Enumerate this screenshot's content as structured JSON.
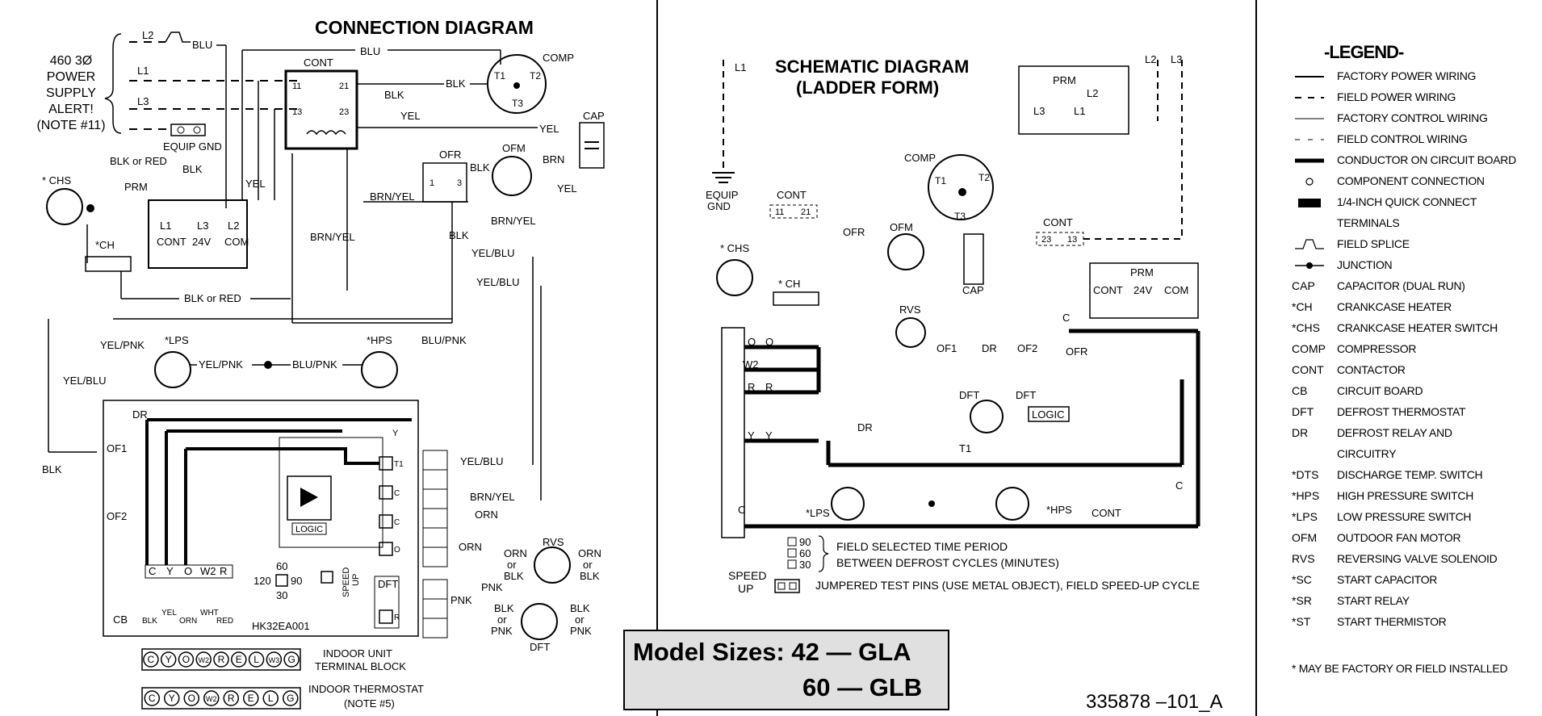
{
  "titles": {
    "connection": "CONNECTION  DIAGRAM",
    "schematic_l1": "SCHEMATIC DIAGRAM",
    "schematic_l2": "(LADDER FORM)"
  },
  "power_supply": {
    "l1": "460 3Ø",
    "l2": "POWER",
    "l3": "SUPPLY",
    "l4": "ALERT!",
    "l5": "(NOTE #11)"
  },
  "labels": {
    "L1": "L1",
    "L2": "L2",
    "L3": "L3",
    "BLU": "BLU",
    "BLK": "BLK",
    "YEL": "YEL",
    "BRN": "BRN",
    "ORN": "ORN",
    "PNK": "PNK",
    "BLK_or_RED": "BLK or RED",
    "BRN_YEL": "BRN/YEL",
    "YEL_BLU": "YEL/BLU",
    "YEL_PNK": "YEL/PNK",
    "BLU_PNK": "BLU/PNK",
    "equip_gnd": "EQUIP GND",
    "equip_gnd_1": "EQUIP",
    "equip_gnd_2": "GND",
    "CONT": "CONT",
    "COMP": "COMP",
    "CAP": "CAP",
    "OFR": "OFR",
    "OFM": "OFM",
    "PRM": "PRM",
    "CHS": "* CHS",
    "CH": "*CH",
    "CH2": "* CH",
    "LPS": "*LPS",
    "HPS": "*HPS",
    "RVS": "RVS",
    "DFT": "DFT",
    "DR": "DR",
    "OF1": "OF1",
    "OF2": "OF2",
    "CB": "CB",
    "C": "C",
    "Y": "Y",
    "O": "O",
    "W2": "W2",
    "R": "R",
    "T1": "T1",
    "T2": "T2",
    "T3": "T3",
    "n11": "11",
    "n21": "21",
    "n13": "13",
    "n23": "23",
    "n1": "1",
    "n3": "3",
    "c24v": "24V",
    "com": "COM",
    "logic": "LOGIC",
    "speed_up": "SPEED UP",
    "speed": "SPEED",
    "up": "UP",
    "t60": "60",
    "t120": "120",
    "t90": "90",
    "t30": "30",
    "part_no": "HK32EA001",
    "wht": "WHT",
    "red": "RED",
    "blk_or": "BLK or",
    "or": "or",
    "indoor_unit_1": "INDOOR UNIT",
    "indoor_unit_2": "TERMINAL BLOCK",
    "indoor_thermo_1": "INDOOR THERMOSTAT",
    "indoor_thermo_2": "(NOTE #5)",
    "terminals": [
      "C",
      "Y",
      "O",
      "W2",
      "R",
      "E",
      "L",
      "W3",
      "G"
    ],
    "thermo_terminals": [
      "C",
      "Y",
      "O",
      "W2",
      "R",
      "E",
      "L",
      "G"
    ],
    "field_90": "90",
    "field_60": "60",
    "field_30": "30",
    "field_sel_1": "FIELD SELECTED TIME PERIOD",
    "field_sel_2": "BETWEEN DEFROST CYCLES (MINUTES)",
    "jumper_note": "JUMPERED TEST PINS (USE METAL OBJECT), FIELD SPEED-UP CYCLE"
  },
  "model": {
    "line1": "Model Sizes:  42 — GLA",
    "line2": "60 — GLB"
  },
  "drawing_number": "335878 –101_A",
  "legend": {
    "title": "-LEGEND-",
    "items": [
      {
        "sym": "",
        "text": "FACTORY POWER WIRING"
      },
      {
        "sym": "",
        "text": "FIELD POWER WIRING"
      },
      {
        "sym": "",
        "text": "FACTORY CONTROL WIRING"
      },
      {
        "sym": "",
        "text": "FIELD CONTROL WIRING"
      },
      {
        "sym": "",
        "text": "CONDUCTOR ON CIRCUIT BOARD"
      },
      {
        "sym": "",
        "text": "COMPONENT CONNECTION"
      },
      {
        "sym": "",
        "text": "1/4-INCH QUICK CONNECT"
      },
      {
        "sym": "",
        "text": "TERMINALS"
      },
      {
        "sym": "",
        "text": "FIELD SPLICE"
      },
      {
        "sym": "",
        "text": "JUNCTION"
      },
      {
        "sym": "CAP",
        "text": "CAPACITOR (DUAL RUN)"
      },
      {
        "sym": "*CH",
        "text": "CRANKCASE HEATER"
      },
      {
        "sym": "*CHS",
        "text": "CRANKCASE HEATER SWITCH"
      },
      {
        "sym": "COMP",
        "text": "COMPRESSOR"
      },
      {
        "sym": "CONT",
        "text": "CONTACTOR"
      },
      {
        "sym": "CB",
        "text": "CIRCUIT BOARD"
      },
      {
        "sym": "DFT",
        "text": "DEFROST THERMOSTAT"
      },
      {
        "sym": "DR",
        "text": "DEFROST RELAY AND"
      },
      {
        "sym": "",
        "text": "CIRCUITRY"
      },
      {
        "sym": "*DTS",
        "text": "DISCHARGE TEMP. SWITCH"
      },
      {
        "sym": "*HPS",
        "text": "HIGH PRESSURE SWITCH"
      },
      {
        "sym": "*LPS",
        "text": "LOW PRESSURE SWITCH"
      },
      {
        "sym": "OFM",
        "text": "OUTDOOR FAN MOTOR"
      },
      {
        "sym": "RVS",
        "text": "REVERSING VALVE SOLENOID"
      },
      {
        "sym": "*SC",
        "text": "START CAPACITOR"
      },
      {
        "sym": "*SR",
        "text": "START RELAY"
      },
      {
        "sym": "*ST",
        "text": "START THERMISTOR"
      }
    ],
    "note": "* MAY BE FACTORY OR FIELD INSTALLED"
  }
}
